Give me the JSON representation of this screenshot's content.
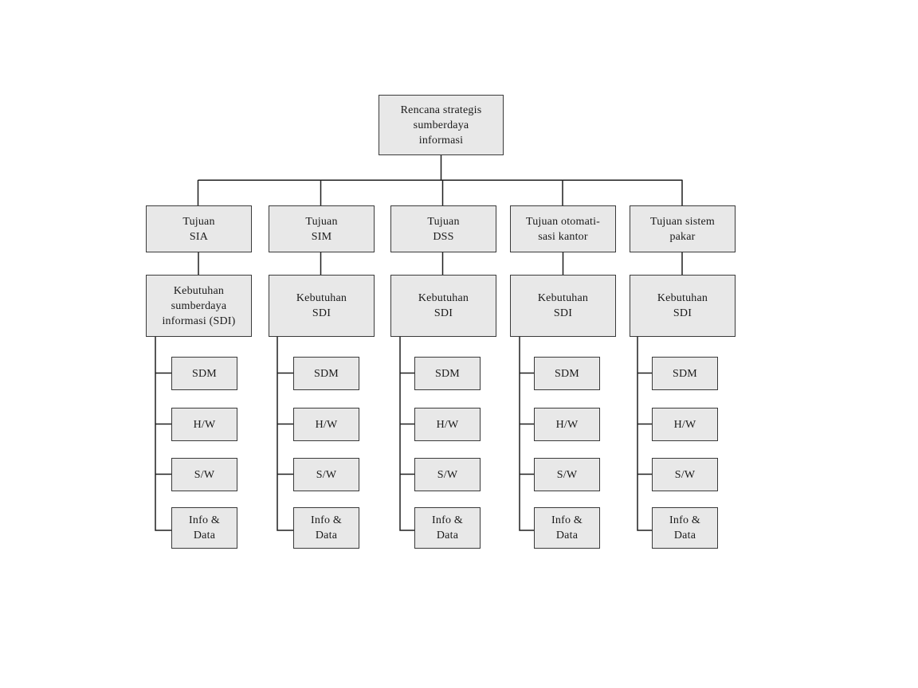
{
  "root": {
    "label": "Rencana strategis\nsumberdaya\ninformasi"
  },
  "columns": [
    {
      "tujuan": "Tujuan\nSIA",
      "kebutuhan": "Kebutuhan\nsumberdaya\ninformasi (SDI)",
      "children": [
        "SDM",
        "H/W",
        "S/W",
        "Info &\nData"
      ]
    },
    {
      "tujuan": "Tujuan\nSIM",
      "kebutuhan": "Kebutuhan\nSDI",
      "children": [
        "SDM",
        "H/W",
        "S/W",
        "Info &\nData"
      ]
    },
    {
      "tujuan": "Tujuan\nDSS",
      "kebutuhan": "Kebutuhan\nSDI",
      "children": [
        "SDM",
        "H/W",
        "S/W",
        "Info &\nData"
      ]
    },
    {
      "tujuan": "Tujuan otomati-\nsasi kantor",
      "kebutuhan": "Kebutuhan\nSDI",
      "children": [
        "SDM",
        "H/W",
        "S/W",
        "Info &\nData"
      ]
    },
    {
      "tujuan": "Tujuan sistem\npakar",
      "kebutuhan": "Kebutuhan\nSDI",
      "children": [
        "SDM",
        "H/W",
        "S/W",
        "Info &\nData"
      ]
    }
  ],
  "colors": {
    "background": "#ffffff",
    "box_fill": "#e8e8e8",
    "box_border": "#3a3a3a",
    "connector_line": "#1f1f1f",
    "text": "#1a1a1a"
  }
}
